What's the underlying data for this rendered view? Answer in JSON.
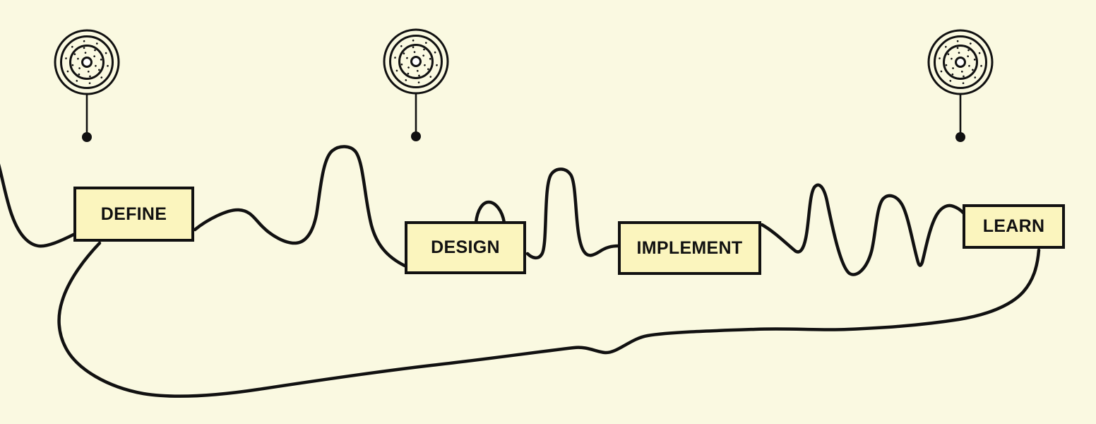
{
  "diagram": {
    "stages": [
      {
        "label": "DEFINE"
      },
      {
        "label": "DESIGN"
      },
      {
        "label": "IMPLEMENT"
      },
      {
        "label": "LEARN"
      }
    ],
    "icons": [
      {
        "name": "target-pin-icon"
      },
      {
        "name": "target-pin-icon"
      },
      {
        "name": "target-pin-icon"
      }
    ],
    "colors": {
      "background": "#faf9e1",
      "box_fill": "#fbf5be",
      "ink": "#111111"
    }
  }
}
